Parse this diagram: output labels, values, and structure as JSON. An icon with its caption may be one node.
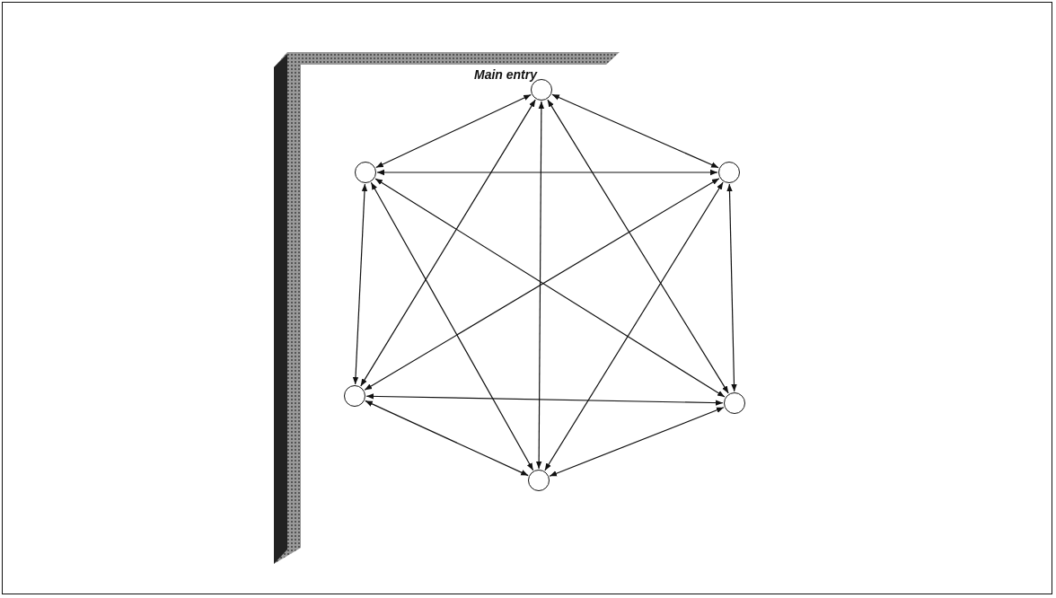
{
  "diagram": {
    "nodes": [
      {
        "text": [],
        "shape": "circle"
      },
      {
        "text": [],
        "shape": "circle"
      },
      {
        "text": [],
        "shape": "circle"
      },
      {
        "text": [],
        "shape": "circle"
      },
      {
        "text": [],
        "shape": "circle"
      },
      {
        "text": [],
        "shape": "circle"
      }
    ],
    "edges": [
      {
        "from": 0,
        "to": 1,
        "arrow": "both"
      },
      {
        "from": 0,
        "to": 2,
        "arrow": "both"
      },
      {
        "from": 0,
        "to": 3,
        "arrow": "both"
      },
      {
        "from": 0,
        "to": 4,
        "arrow": "both"
      },
      {
        "from": 0,
        "to": 5,
        "arrow": "both"
      },
      {
        "from": 1,
        "to": 2,
        "arrow": "both"
      },
      {
        "from": 1,
        "to": 3,
        "arrow": "both"
      },
      {
        "from": 1,
        "to": 4,
        "arrow": "both"
      },
      {
        "from": 1,
        "to": 5,
        "arrow": "both"
      },
      {
        "from": 2,
        "to": 3,
        "arrow": "both"
      },
      {
        "from": 2,
        "to": 4,
        "arrow": "both"
      },
      {
        "from": 2,
        "to": 5,
        "arrow": "both"
      },
      {
        "from": 3,
        "to": 4,
        "arrow": "both"
      },
      {
        "from": 3,
        "to": 5,
        "arrow": "both"
      },
      {
        "from": 4,
        "to": 5,
        "arrow": "both"
      }
    ],
    "labels": [
      "Main entry"
    ]
  }
}
